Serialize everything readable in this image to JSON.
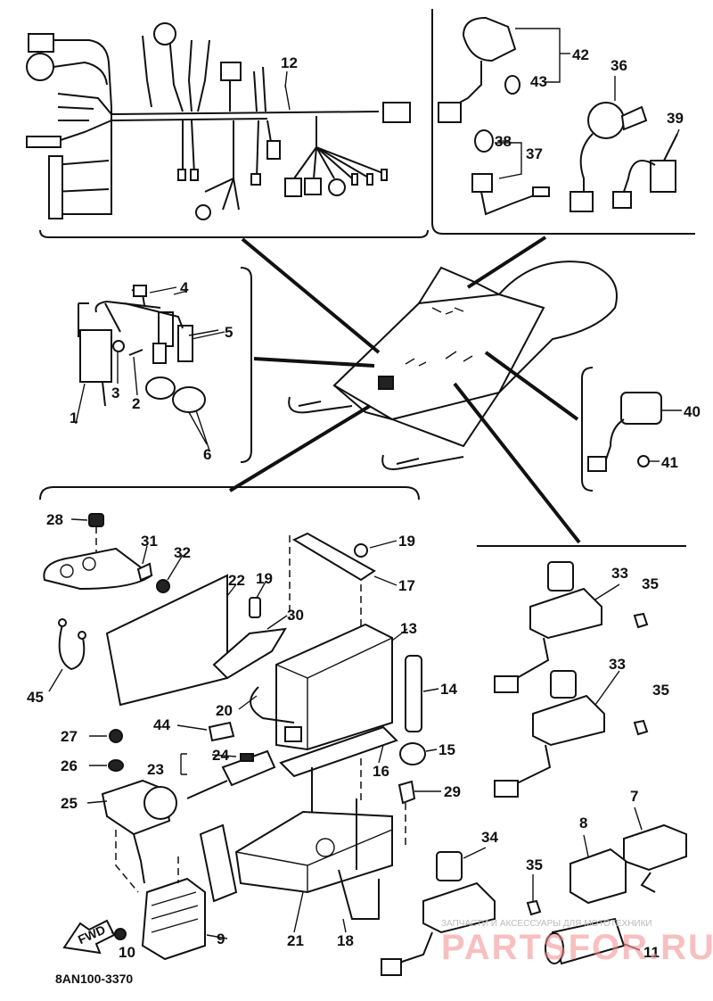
{
  "diagram": {
    "document_code": "8AN100-3370",
    "direction_label": "FWD",
    "part_numbers": [
      "1",
      "2",
      "3",
      "4",
      "5",
      "6",
      "7",
      "8",
      "9",
      "10",
      "11",
      "12",
      "13",
      "14",
      "15",
      "16",
      "17",
      "18",
      "19",
      "20",
      "21",
      "22",
      "23",
      "24",
      "25",
      "26",
      "27",
      "28",
      "29",
      "30",
      "31",
      "32",
      "33",
      "34",
      "35",
      "36",
      "37",
      "38",
      "39",
      "40",
      "41",
      "42",
      "43",
      "44",
      "45"
    ],
    "watermark": {
      "brand": "PARTSFOR.RU",
      "caption": "ЗАПЧАСТИ И АКСЕССУАРЫ ДЛЯ МОТОТЕХНИКИ",
      "color": "#f28b8b"
    }
  }
}
